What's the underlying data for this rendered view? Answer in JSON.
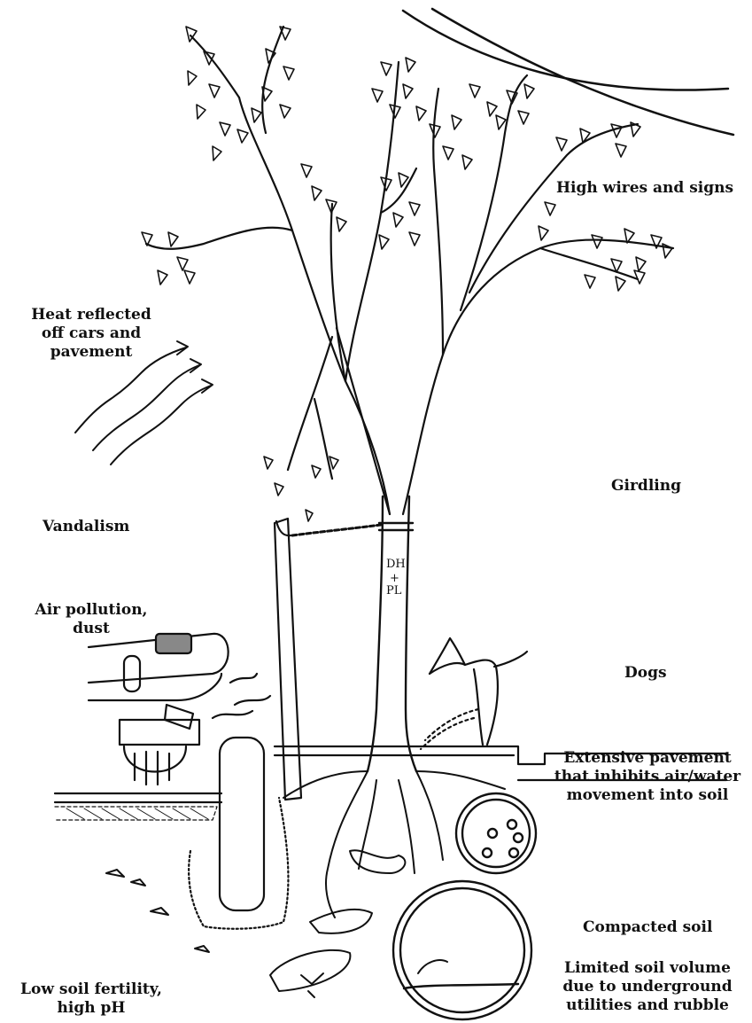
{
  "labels": {
    "high_wires": [
      "High wires and signs"
    ],
    "heat": [
      "Heat reflected",
      "off cars and",
      "pavement"
    ],
    "girdling": [
      "Girdling"
    ],
    "vandalism": [
      "Vandalism"
    ],
    "air_pollution": [
      "Air pollution,",
      "dust"
    ],
    "dogs": [
      "Dogs"
    ],
    "pavement": [
      "Extensive pavement",
      "that inhibits air/water",
      "movement into soil"
    ],
    "compacted": [
      "Compacted soil"
    ],
    "limited_soil": [
      "Limited soil volume",
      "due to underground",
      "utilities and rubble"
    ],
    "low_fertility": [
      "Low soil fertility,",
      "high pH"
    ]
  },
  "trunk_marks": [
    "DH",
    "+",
    "PL"
  ],
  "colors": {
    "ink": "#111111",
    "background": "#ffffff"
  }
}
